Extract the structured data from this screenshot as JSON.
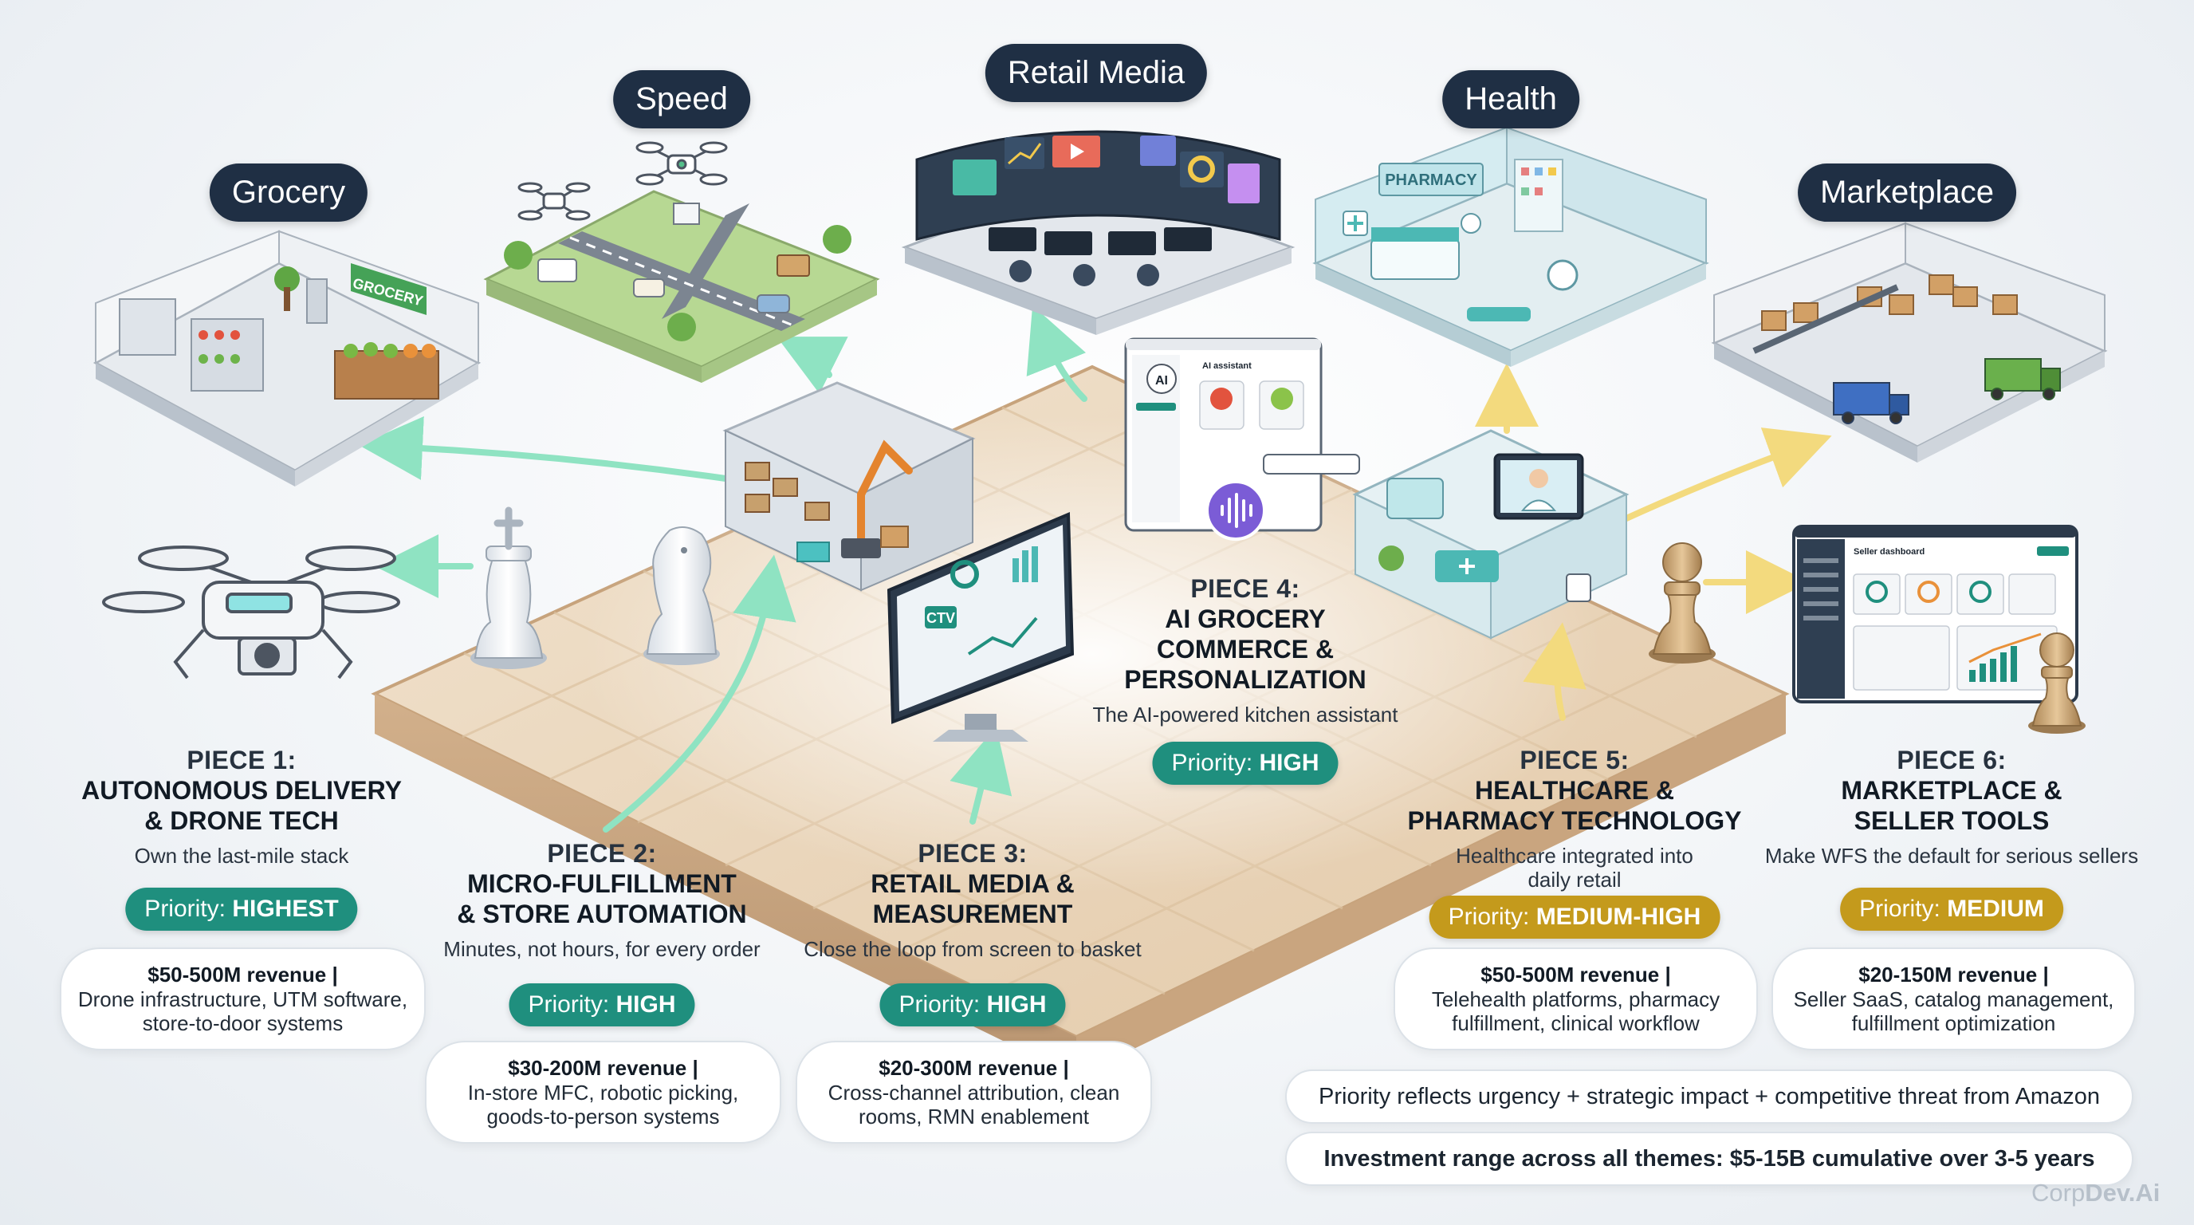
{
  "categories": {
    "grocery": "Grocery",
    "speed": "Speed",
    "retail_media": "Retail Media",
    "health": "Health",
    "marketplace": "Marketplace"
  },
  "pieces": [
    {
      "number": "PIECE 1:",
      "title_lines": [
        "AUTONOMOUS DELIVERY",
        "& DRONE TECH"
      ],
      "tagline": "Own the last-mile stack",
      "priority_label": "Priority:",
      "priority_value": "HIGHEST",
      "priority_color": "#1f8f7e",
      "revenue": "$50-500M revenue |",
      "description_lines": [
        "Drone infrastructure, UTM software,",
        "store-to-door systems"
      ]
    },
    {
      "number": "PIECE 2:",
      "title_lines": [
        "MICRO-FULFILLMENT",
        "& STORE AUTOMATION"
      ],
      "tagline": "Minutes, not hours, for every order",
      "priority_label": "Priority:",
      "priority_value": "HIGH",
      "priority_color": "#1f8f7e",
      "revenue": "$30-200M revenue |",
      "description_lines": [
        "In-store MFC, robotic picking,",
        "goods-to-person systems"
      ]
    },
    {
      "number": "PIECE 3:",
      "title_lines": [
        "RETAIL MEDIA &",
        "MEASUREMENT"
      ],
      "tagline": "Close the loop from screen to basket",
      "priority_label": "Priority:",
      "priority_value": "HIGH",
      "priority_color": "#1f8f7e",
      "revenue": "$20-300M revenue |",
      "description_lines": [
        "Cross-channel attribution, clean",
        "rooms, RMN enablement"
      ]
    },
    {
      "number": "PIECE 4:",
      "title_lines": [
        "AI GROCERY",
        "COMMERCE &",
        "PERSONALIZATION"
      ],
      "tagline": "The AI-powered kitchen assistant",
      "priority_label": "Priority:",
      "priority_value": "HIGH",
      "priority_color": "#1f8f7e"
    },
    {
      "number": "PIECE 5:",
      "title_lines": [
        "HEALTHCARE &",
        "PHARMACY TECHNOLOGY"
      ],
      "tagline_lines": [
        "Healthcare integrated into",
        "daily retail"
      ],
      "priority_label": "Priority:",
      "priority_value": "MEDIUM-HIGH",
      "priority_color": "#c49a1c",
      "revenue": "$50-500M revenue |",
      "description_lines": [
        "Telehealth platforms, pharmacy",
        "fulfillment, clinical workflow"
      ]
    },
    {
      "number": "PIECE 6:",
      "title_lines": [
        "MARKETPLACE &",
        "SELLER TOOLS"
      ],
      "tagline": "Make WFS the default for serious sellers",
      "priority_label": "Priority:",
      "priority_value": "MEDIUM",
      "priority_color": "#c49a1c",
      "revenue": "$20-150M revenue |",
      "description_lines": [
        "Seller SaaS, catalog management,",
        "fulfillment optimization"
      ]
    }
  ],
  "notes": {
    "priority_note": "Priority reflects urgency + strategic impact + competitive threat from Amazon",
    "investment_note": "Investment range across all themes: $5-15B cumulative over 3-5 years"
  },
  "illustrations": {
    "grocery_sign": "GROCERY",
    "pharmacy_sign": "PHARMACY",
    "ctv_label": "CTV",
    "ai_badge": "AI",
    "ai_panel_title": "AI assistant",
    "seller_dashboard_title": "Seller dashboard"
  },
  "brand": {
    "name_light": "Corp",
    "name_bold": "Dev.Ai"
  },
  "colors": {
    "teal": "#1f8f7e",
    "gold": "#c49a1c",
    "navy": "#1f2f44",
    "board": "#ead6bd",
    "arrow_green": "#8fe3c2",
    "arrow_yellow": "#f3da7e"
  }
}
